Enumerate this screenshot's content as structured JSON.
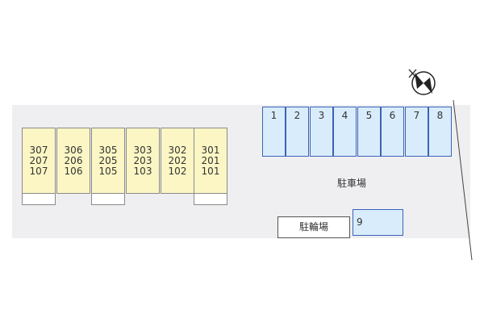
{
  "building": {
    "units": [
      {
        "top": "307",
        "mid": "207",
        "bot": "107"
      },
      {
        "top": "306",
        "mid": "206",
        "bot": "106"
      },
      {
        "top": "305",
        "mid": "205",
        "bot": "105"
      },
      {
        "top": "303",
        "mid": "203",
        "bot": "103"
      },
      {
        "top": "302",
        "mid": "202",
        "bot": "102"
      },
      {
        "top": "301",
        "mid": "201",
        "bot": "101"
      }
    ]
  },
  "parking": {
    "label": "駐車場",
    "spaces": [
      "1",
      "2",
      "3",
      "4",
      "5",
      "6",
      "7",
      "8"
    ],
    "extra_space": "9"
  },
  "bicycle_parking": {
    "label": "駐輪場"
  },
  "compass": {
    "icon": "north-arrow-icon"
  },
  "colors": {
    "lot": "#efeff2",
    "unit_fill": "#fbf6c4",
    "space_fill": "#d9ecfb",
    "space_border": "#3b62b8"
  }
}
